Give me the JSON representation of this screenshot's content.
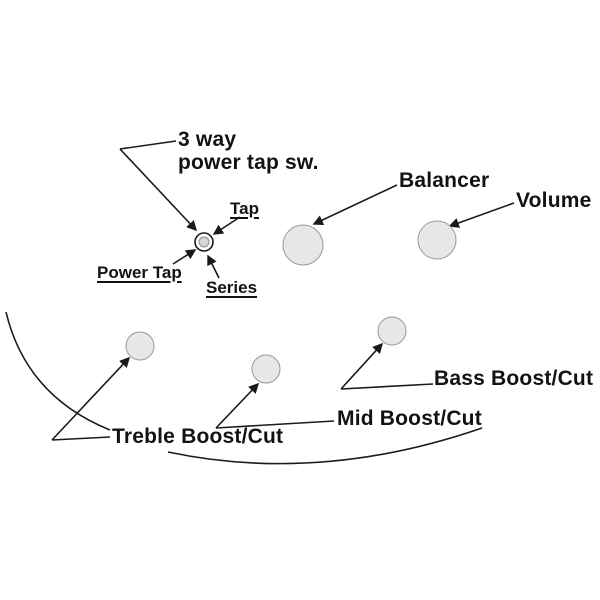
{
  "diagram": {
    "title_line1": "3 way",
    "title_line2": "power tap sw.",
    "labels": {
      "tap": "Tap",
      "power_tap": "Power Tap",
      "series": "Series",
      "balancer": "Balancer",
      "volume": "Volume",
      "bass": "Bass Boost/Cut",
      "mid": "Mid Boost/Cut",
      "treble": "Treble Boost/Cut"
    },
    "colors": {
      "line": "#1a1a1a",
      "knob_fill": "#e7e7e7",
      "knob_stroke": "#9a9a9a",
      "switch_inner_fill": "#d6d6d6",
      "background": "#ffffff"
    }
  }
}
